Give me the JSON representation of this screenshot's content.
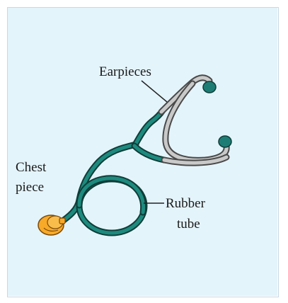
{
  "diagram": {
    "labels": {
      "earpieces": "Earpieces",
      "chest_line1": "Chest",
      "chest_line2": "piece",
      "tube_line1": "Rubber",
      "tube_line2": "tube"
    },
    "colors": {
      "background": "#e4f4fb",
      "frame": "#c8d8e4",
      "tube": "#1d8a7e",
      "tube_outline": "#0f3d39",
      "metal": "#c9c9c9",
      "metal_outline": "#4a4a4a",
      "chest_piece": "#f7a928",
      "chest_piece_outline": "#7a4a0c",
      "ear_tip": "#1d7d74",
      "leader_line": "#222222"
    }
  }
}
